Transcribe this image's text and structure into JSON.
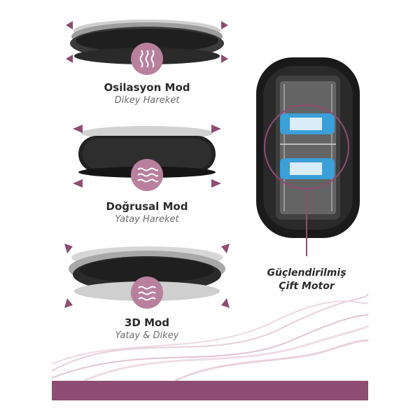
{
  "modes": [
    {
      "title": "Osilasyon Mod",
      "subtitle": "Dikey Hareket",
      "icon": "wave-vertical-icon"
    },
    {
      "title": "Doğrusal Mod",
      "subtitle": "Yatay Hareket",
      "icon": "wave-horizontal-icon"
    },
    {
      "title": "3D Mod",
      "subtitle": "Yatay & Dikey",
      "icon": "wave-3d-icon"
    }
  ],
  "motor": {
    "line1": "Güçlendirilmiş",
    "line2": "Çift Motor"
  },
  "colors": {
    "accent": "#8e4d72",
    "badge": "#b9809e",
    "device": "#1f1f1f",
    "motor": "#3b9fd8",
    "text": "#2b2b2b",
    "subtext": "#6d6d6d"
  }
}
